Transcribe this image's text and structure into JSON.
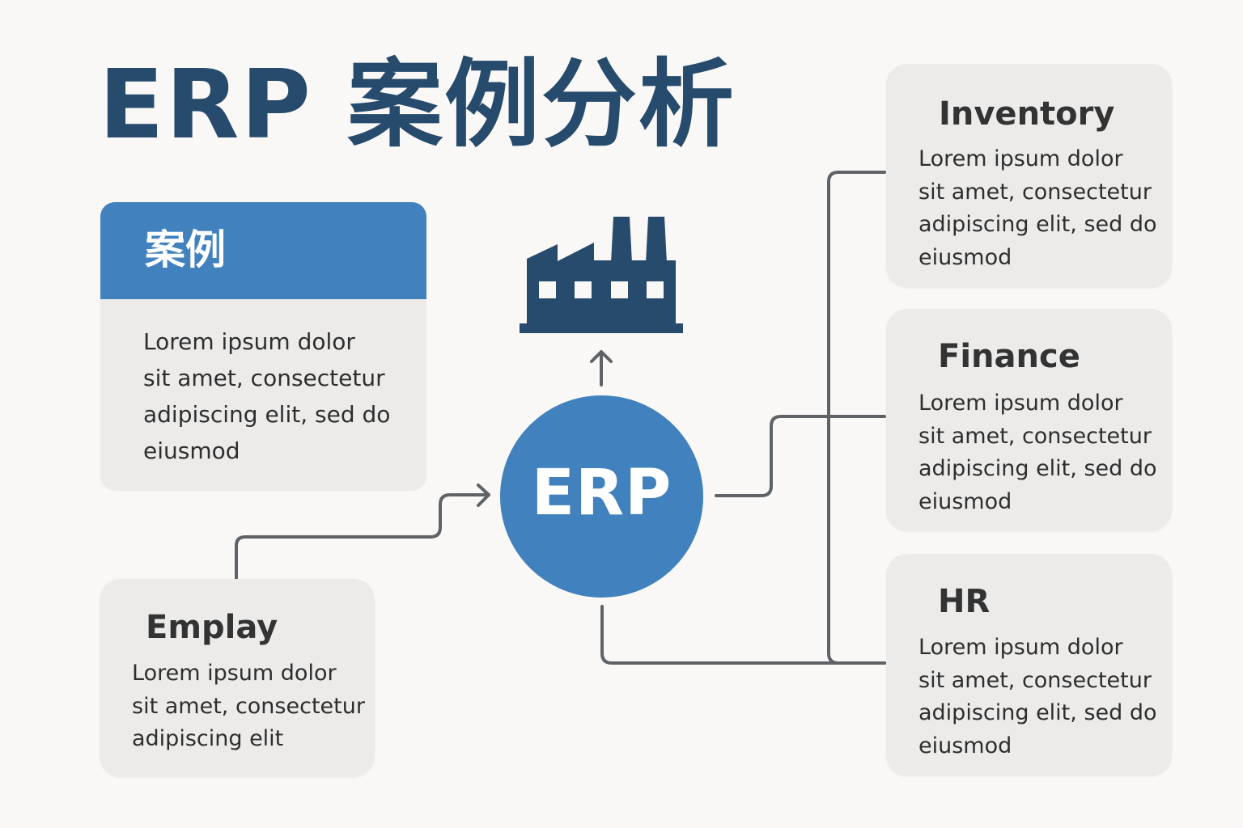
{
  "title": "ERP 案例分析",
  "case_card": {
    "header": "案例",
    "body": "Lorem ipsum dolor\nsit amet, consectetur\nadipiscing elit, sed do\neiusmod"
  },
  "center": {
    "label": "ERP",
    "icon": "factory-icon"
  },
  "employ_card": {
    "title": "Emplay",
    "body": "Lorem ipsum dolor\nsit amet, consectetur\nadipiscing elit"
  },
  "modules": [
    {
      "title": "Inventory",
      "body": "Lorem ipsum dolor\nsit amet, consectetur\nadipiscing elit, sed do\neiusmod"
    },
    {
      "title": "Finance",
      "body": "Lorem ipsum dolor\nsit amet, consectetur\nadipiscing elit, sed do\neiusmod"
    },
    {
      "title": "HR",
      "body": "Lorem ipsum dolor\nsit amet, consectetur\nadipiscing elit, sed do\neiusmod"
    }
  ],
  "colors": {
    "primary_blue": "#4181bd",
    "title_navy": "#274b6d",
    "card_gray": "#ecebea",
    "connector_gray": "#5f6367",
    "background": "#f9f8f6"
  }
}
